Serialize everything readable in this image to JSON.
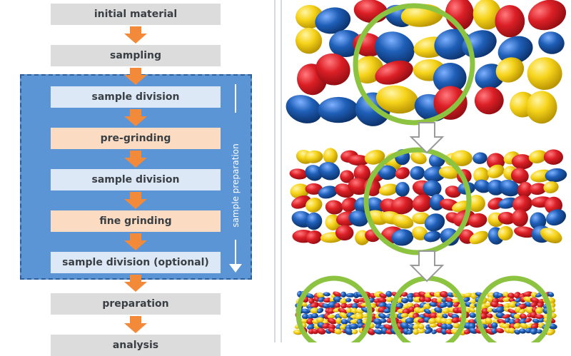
{
  "flow": {
    "steps": [
      {
        "label": "initial material",
        "style": "gray"
      },
      {
        "label": "sampling",
        "style": "gray"
      },
      {
        "label": "sample division",
        "style": "blue"
      },
      {
        "label": "pre-grinding",
        "style": "orange"
      },
      {
        "label": "sample division",
        "style": "blue"
      },
      {
        "label": "fine grinding",
        "style": "orange"
      },
      {
        "label": "sample division (optional)",
        "style": "blue"
      },
      {
        "label": "preparation",
        "style": "gray"
      },
      {
        "label": "analysis",
        "style": "gray"
      }
    ],
    "prep_label": "sample preparation"
  },
  "colors": {
    "red": "#dc1f26",
    "yellow": "#f6d31a",
    "blue": "#1f5fb8",
    "green_ring": "#8cc341",
    "arrow": "#f28a3a"
  }
}
